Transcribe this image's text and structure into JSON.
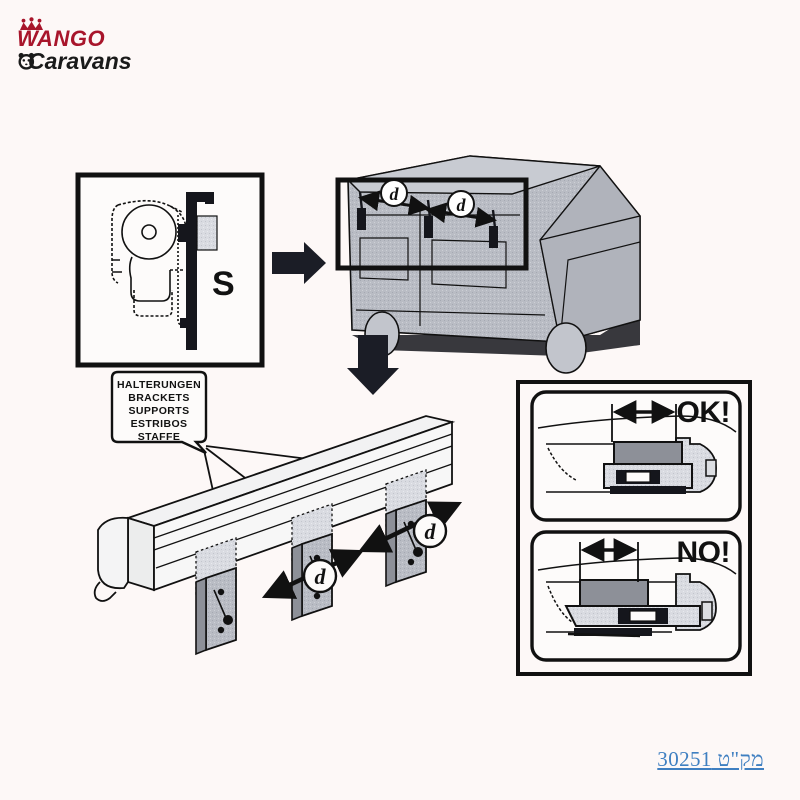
{
  "page": {
    "background_color": "#fdf8f7",
    "document_type": "awning-bracket-installation-instruction-diagram"
  },
  "logo": {
    "brand_line1": "WANGO",
    "brand_line2": "Caravans",
    "brand_color": "#a8152b",
    "text_color": "#1a1a1a",
    "crown_icon": "crown-icon",
    "panda_icon": "panda-face-icon"
  },
  "diagram": {
    "line_color": "#111111",
    "fill_gray": "#b9bcc4",
    "fill_light": "#e3e5ea",
    "panels": {
      "cross_section": {
        "label": "S",
        "caption": "awning-cross-section-on-wall-bracket"
      },
      "vehicle": {
        "caption": "motorhome-with-three-brackets",
        "dimension_labels": [
          "d",
          "d"
        ]
      },
      "awning_case": {
        "caption": "awning-case-with-brackets-exploded",
        "dimension_labels": [
          "d",
          "d"
        ],
        "callout": {
          "lines": [
            "HALTERUNGEN",
            "BRACKETS",
            "SUPPORTS",
            "ESTRIBOS",
            "STAFFE"
          ]
        }
      },
      "ok_panel": {
        "label": "OK!",
        "caption": "correct-bracket-position"
      },
      "no_panel": {
        "label": "NO!",
        "caption": "incorrect-bracket-position"
      }
    },
    "arrows": {
      "step1_to_step2": "arrow-right-icon",
      "step2_to_step3": "arrow-down-icon"
    }
  },
  "footer": {
    "sku_text": "מק\"ט 30251",
    "sku_color": "#3f7fc1"
  }
}
